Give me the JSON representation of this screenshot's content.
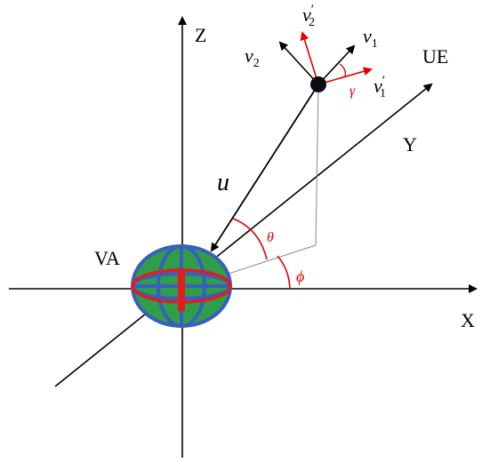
{
  "labels": {
    "z_axis": "Z",
    "x_axis": "X",
    "y_axis": "Y",
    "user": "UE",
    "antenna": "VA",
    "distance": "u",
    "elevation": "θ",
    "azimuth": "ϕ",
    "rotation": "γ",
    "v1": "v",
    "v1_sub": "1",
    "v2": "v",
    "v2_sub": "2",
    "v1p": "v",
    "v1p_sub": "1",
    "v1p_prime": "′",
    "v2p": "v",
    "v2p_sub": "2",
    "v2p_prime": "′"
  },
  "colors": {
    "axis": "#000000",
    "angle": "#e00000",
    "globe_fill": "#2e9e4a",
    "globe_blue": "#3a5dbf",
    "globe_red": "#e01e1e",
    "ue_dot": "#0b0b14"
  }
}
